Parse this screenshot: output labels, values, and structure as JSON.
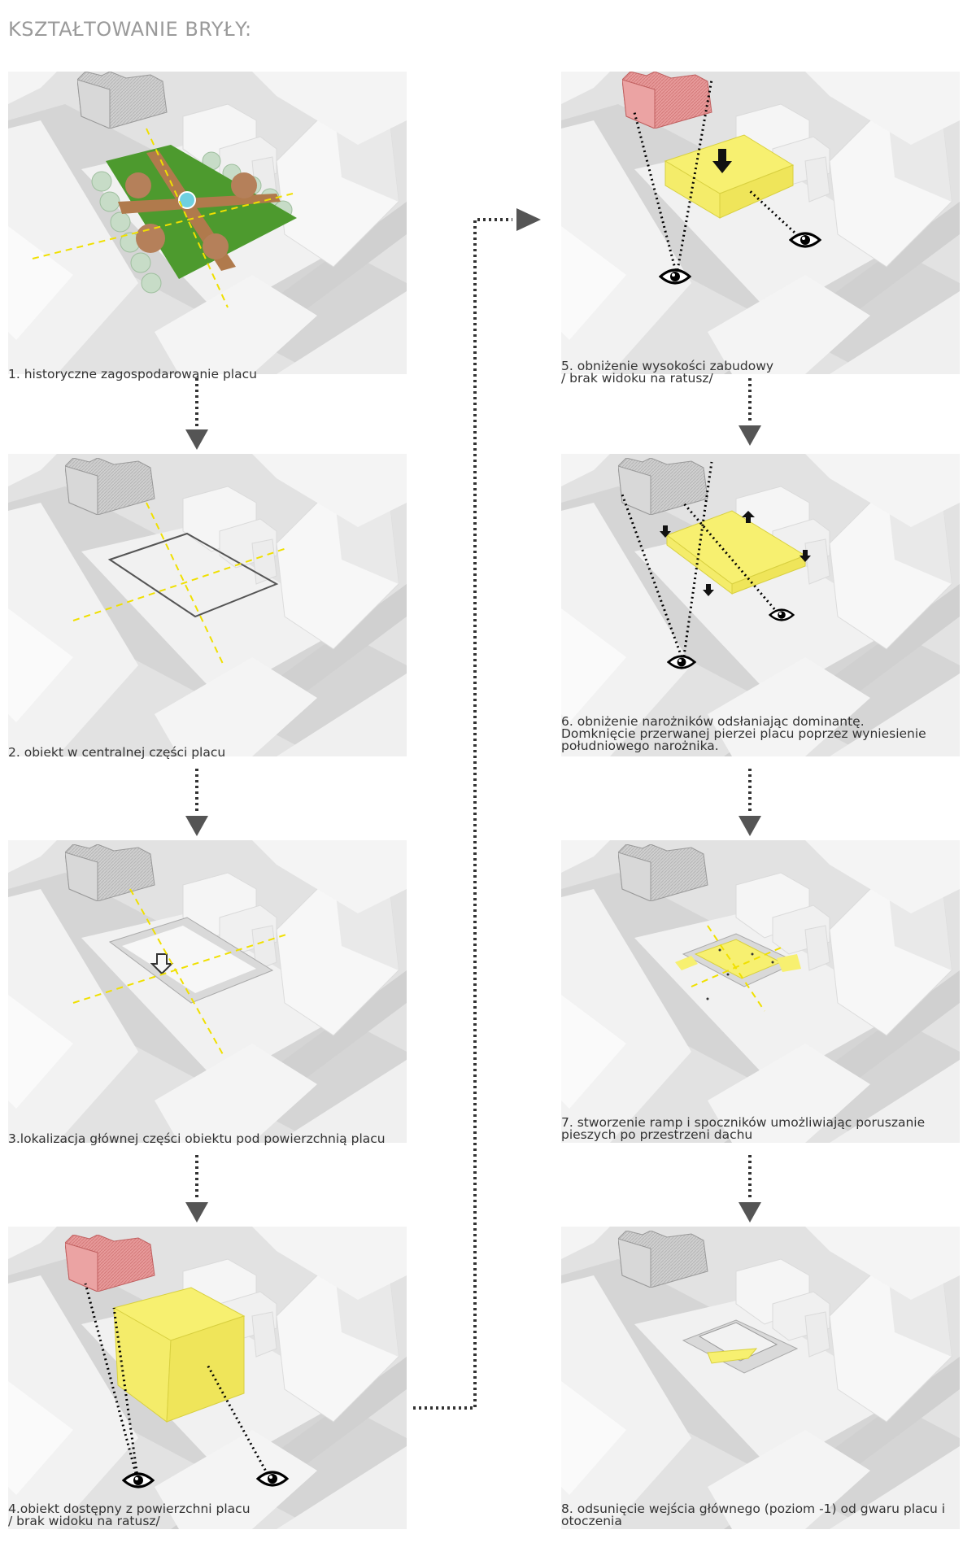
{
  "title": "KSZTAŁTOWANIE BRYŁY:",
  "colors": {
    "ground": "#e4e4e4",
    "street": "#d6d6d6",
    "building": "#eeeeee",
    "city_hall": "#c8c8c8",
    "city_hall_highlight": "#e48f8f",
    "volume": "#f4ec6a",
    "grass": "#4d9a2e",
    "path": "#b07a4c",
    "axis": "#f0e000"
  },
  "panels": [
    {
      "id": 1,
      "caption": "1. historyczne zagospodarowanie placu"
    },
    {
      "id": 2,
      "caption": "2. obiekt w centralnej części placu"
    },
    {
      "id": 3,
      "caption": "3.lokalizacja głównej części obiektu pod powierzchnią placu"
    },
    {
      "id": 4,
      "caption_lines": [
        "4.obiekt dostępny z powierzchni placu",
        "/ brak widoku na ratusz/"
      ]
    },
    {
      "id": 5,
      "caption_lines": [
        "5. obniżenie wysokości zabudowy",
        "/ brak widoku na ratusz/"
      ]
    },
    {
      "id": 6,
      "caption_lines": [
        "6. obniżenie narożników odsłaniając dominantę.",
        "Domknięcie przerwanej pierzei placu poprzez wyniesienie",
        "południowego narożnika."
      ]
    },
    {
      "id": 7,
      "caption_lines": [
        "7. stworzenie ramp i spoczników umożliwiając poruszanie",
        "pieszych po przestrzeni dachu"
      ]
    },
    {
      "id": 8,
      "caption_lines": [
        "8. odsunięcie wejścia głównego (poziom -1) od gwaru placu i",
        "otoczenia"
      ]
    }
  ],
  "icons": [
    "eye-icon",
    "arrow-down-icon",
    "arrow-up-icon",
    "dotted-arrow-down-icon",
    "dotted-arrow-right-icon"
  ]
}
